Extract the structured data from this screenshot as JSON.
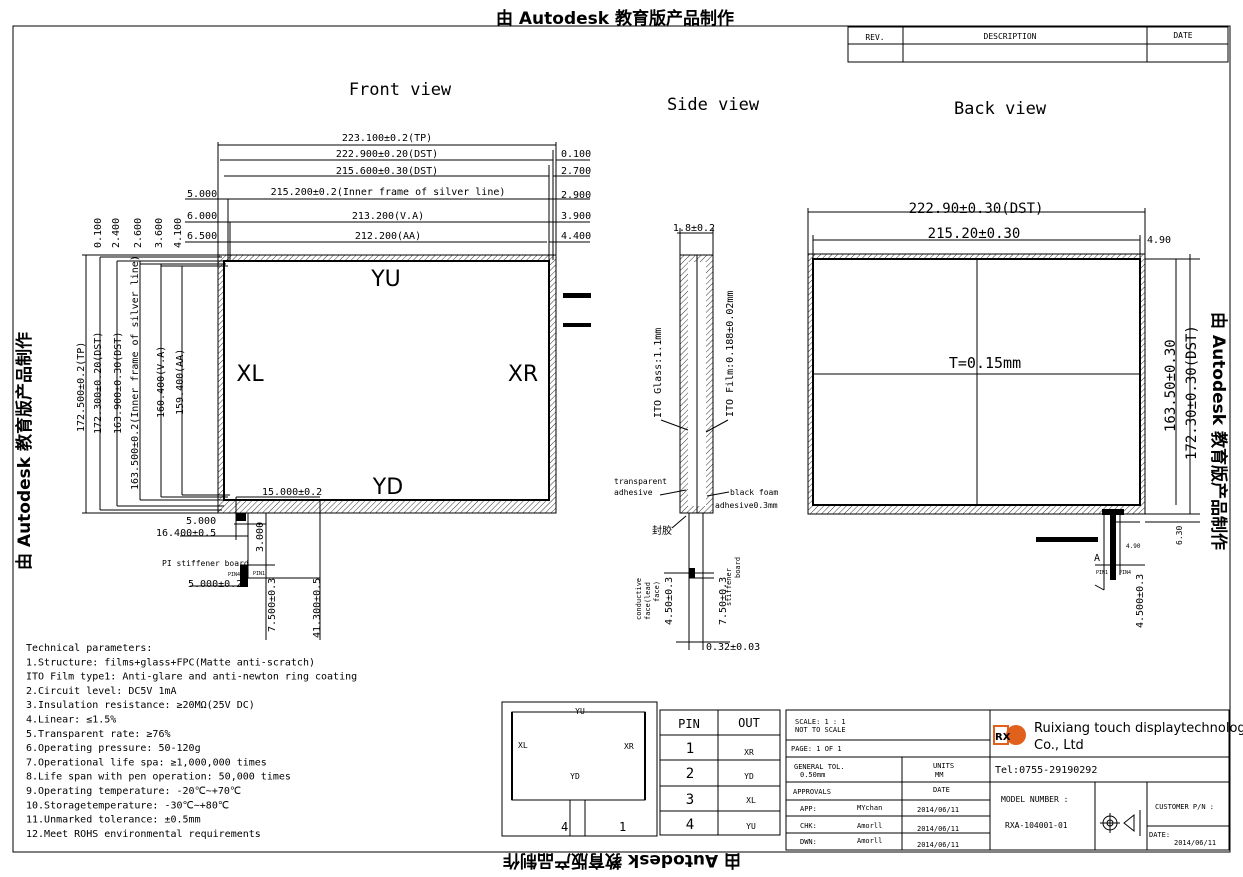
{
  "watermark": "由 Autodesk 教育版产品制作",
  "revision_table": {
    "headers": [
      "REV.",
      "DESCRIPTION",
      "DATE"
    ]
  },
  "views": {
    "front": "Front view",
    "side": "Side view",
    "back": "Back view"
  },
  "front": {
    "dims_h": [
      "223.100±0.2(TP)",
      "222.900±0.20(DST)",
      "215.600±0.30(DST)",
      "215.200±0.2(Inner frame of silver line)",
      "213.200(V.A)",
      "212.200(AA)"
    ],
    "dims_h_left": [
      "5.000",
      "6.000",
      "6.500"
    ],
    "dims_h_right": [
      "0.100",
      "2.700",
      "2.900",
      "3.900",
      "4.400"
    ],
    "dims_v_top": [
      "0.100",
      "2.400",
      "2.600",
      "3.600",
      "4.100"
    ],
    "dims_v": [
      "172.500±0.2(TP)",
      "172.300±0.20(DST)",
      "163.900±0.30(DST)",
      "163.500±0.2(Inner frame of silver line)",
      "160.400(V.A)",
      "159.400(AA)"
    ],
    "electrodes": {
      "top": "YU",
      "left": "XL",
      "right": "XR",
      "bottom": "YD"
    },
    "tail_dims": [
      "15.000±0.2",
      "5.000",
      "16.400±0.5",
      "3.000",
      "5.000±0.2",
      "7.500±0.3",
      "41.300±0.5"
    ],
    "stiffener": "PI stiffener board",
    "pin_labels": [
      "PIN4",
      "PIN1"
    ]
  },
  "side": {
    "thickness": "1.8±0.2",
    "glass": "ITO Glass:1.1mm",
    "film": "ITO Film:0.188±0.02mm",
    "left_labels": [
      "transparent",
      "adhesive",
      "封胶"
    ],
    "right_labels": [
      "black foam",
      "adhesive0.3mm"
    ],
    "bottom_labels": [
      "conductive",
      "face(lead",
      "face)",
      "4.50±0.3",
      "stiffener",
      "board",
      "7.50±0.3",
      "0.32±0.03"
    ]
  },
  "back": {
    "dims": [
      "222.90±0.30(DST)",
      "215.20±0.30",
      "4.90",
      "163.50±0.30",
      "172.30±0.30(DST)",
      "6.30",
      "4.90",
      "4.500±0.3"
    ],
    "thickness_label": "T=0.15mm",
    "pin_labels": [
      "PIN4",
      "PIN1",
      "A"
    ]
  },
  "tech": {
    "lines": [
      "Technical parameters:",
      "1.Structure: films+glass+FPC(Matte anti-scratch)",
      "ITO Film type1: Anti-glare and anti-newton ring coating",
      "2.Circuit level: DC5V 1mA",
      "3.Insulation resistance: ≥20MΩ(25V DC)",
      "4.Linear: ≤1.5%",
      "5.Transparent rate: ≥76%",
      "6.Operating pressure: 50-120g",
      "7.Operational life spa: ≥1,000,000 times",
      "8.Life span with pen operation: 50,000 times",
      "9.Operating temperature: -20℃~+70℃",
      "10.Storagetemperature: -30℃~+80℃",
      "11.Unmarked tolerance: ±0.5mm",
      "12.Meet ROHS environmental requirements"
    ]
  },
  "schematic": {
    "top": "YU",
    "left": "XL",
    "right": "XR",
    "bottom": "YD",
    "pin_left": "4",
    "pin_right": "1"
  },
  "pin_table": {
    "headers": [
      "PIN",
      "OUT"
    ],
    "rows": [
      {
        "pin": "1",
        "out": "XR"
      },
      {
        "pin": "2",
        "out": "YD"
      },
      {
        "pin": "3",
        "out": "XL"
      },
      {
        "pin": "4",
        "out": "YU"
      }
    ]
  },
  "title_block": {
    "scale": "SCALE: 1 : 1",
    "not_to_scale": "NOT TO SCALE",
    "page": "PAGE: 1 OF 1",
    "general_tol": "GENERAL TOL.",
    "tol_value": "0.50mm",
    "units": "UNITS",
    "units_value": "MM",
    "approvals": "APPROVALS",
    "date": "DATE",
    "approvals_rows": [
      {
        "role": "APP:",
        "name": "MYchan",
        "date": "2014/06/11"
      },
      {
        "role": "CHK:",
        "name": "Amorll",
        "date": "2014/06/11"
      },
      {
        "role": "DWN:",
        "name": "Amorll",
        "date": "2014/06/11"
      }
    ],
    "logo": "RX",
    "company_line1": "Ruixiang touch displaytechnology",
    "company_line2": "Co., Ltd",
    "tel": "Tel:0755-29190292",
    "model_label": "MODEL NUMBER :",
    "model": "RXA-104001-01",
    "customer_pn": "CUSTOMER P/N :",
    "date_label": "DATE:",
    "date_value": "2014/06/11"
  }
}
